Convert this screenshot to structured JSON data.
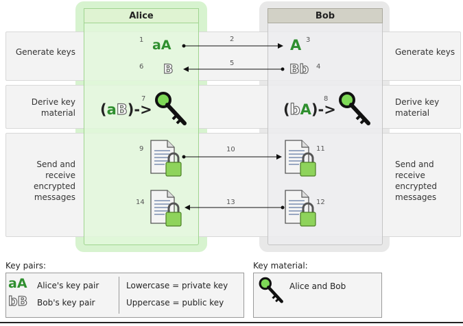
{
  "columns": {
    "alice": {
      "header": "Alice"
    },
    "bob": {
      "header": "Bob"
    }
  },
  "rows": {
    "generate": {
      "left_label": "Generate keys",
      "right_label": "Generate keys"
    },
    "derive": {
      "left_label": "Derive key material",
      "right_label": "Derive key material"
    },
    "send": {
      "left_label": "Send and receive encrypted messages",
      "right_label": "Send and receive encrypted messages"
    }
  },
  "steps": {
    "s1": "1",
    "s2": "2",
    "s3": "3",
    "s4": "4",
    "s5": "5",
    "s6": "6",
    "s7": "7",
    "s8": "8",
    "s9": "9",
    "s10": "10",
    "s11": "11",
    "s12": "12",
    "s13": "13",
    "s14": "14"
  },
  "glyphs": {
    "alice_pair": "aA",
    "bob_public": "A",
    "alice_public": "B",
    "bob_pair": "Bb",
    "alice_derive_open": "(",
    "alice_derive_a": "a",
    "alice_derive_B": "B",
    "alice_derive_close": ")->",
    "bob_derive_open": "(",
    "bob_derive_b": "b",
    "bob_derive_A": "A",
    "bob_derive_close": ")->"
  },
  "legend": {
    "key_pairs_title": "Key pairs:",
    "key_material_title": "Key material:",
    "alice_key_pair_glyph": "aA",
    "alice_key_pair_label": "Alice's key pair",
    "bob_key_pair_glyph": "bB",
    "bob_key_pair_label": "Bob's key pair",
    "lowercase": "Lowercase = private key",
    "uppercase": "Uppercase = public key",
    "key_material_label": "Alice and Bob"
  },
  "colors": {
    "alice_glow": "#d7f3cf",
    "alice_inner": "#e6f8df",
    "alice_header": "#dff3d2",
    "bob_glow": "#e7e7e7",
    "bob_inner": "#ececec",
    "bob_header": "#cfcfc4",
    "green": "#2f8f2f"
  }
}
